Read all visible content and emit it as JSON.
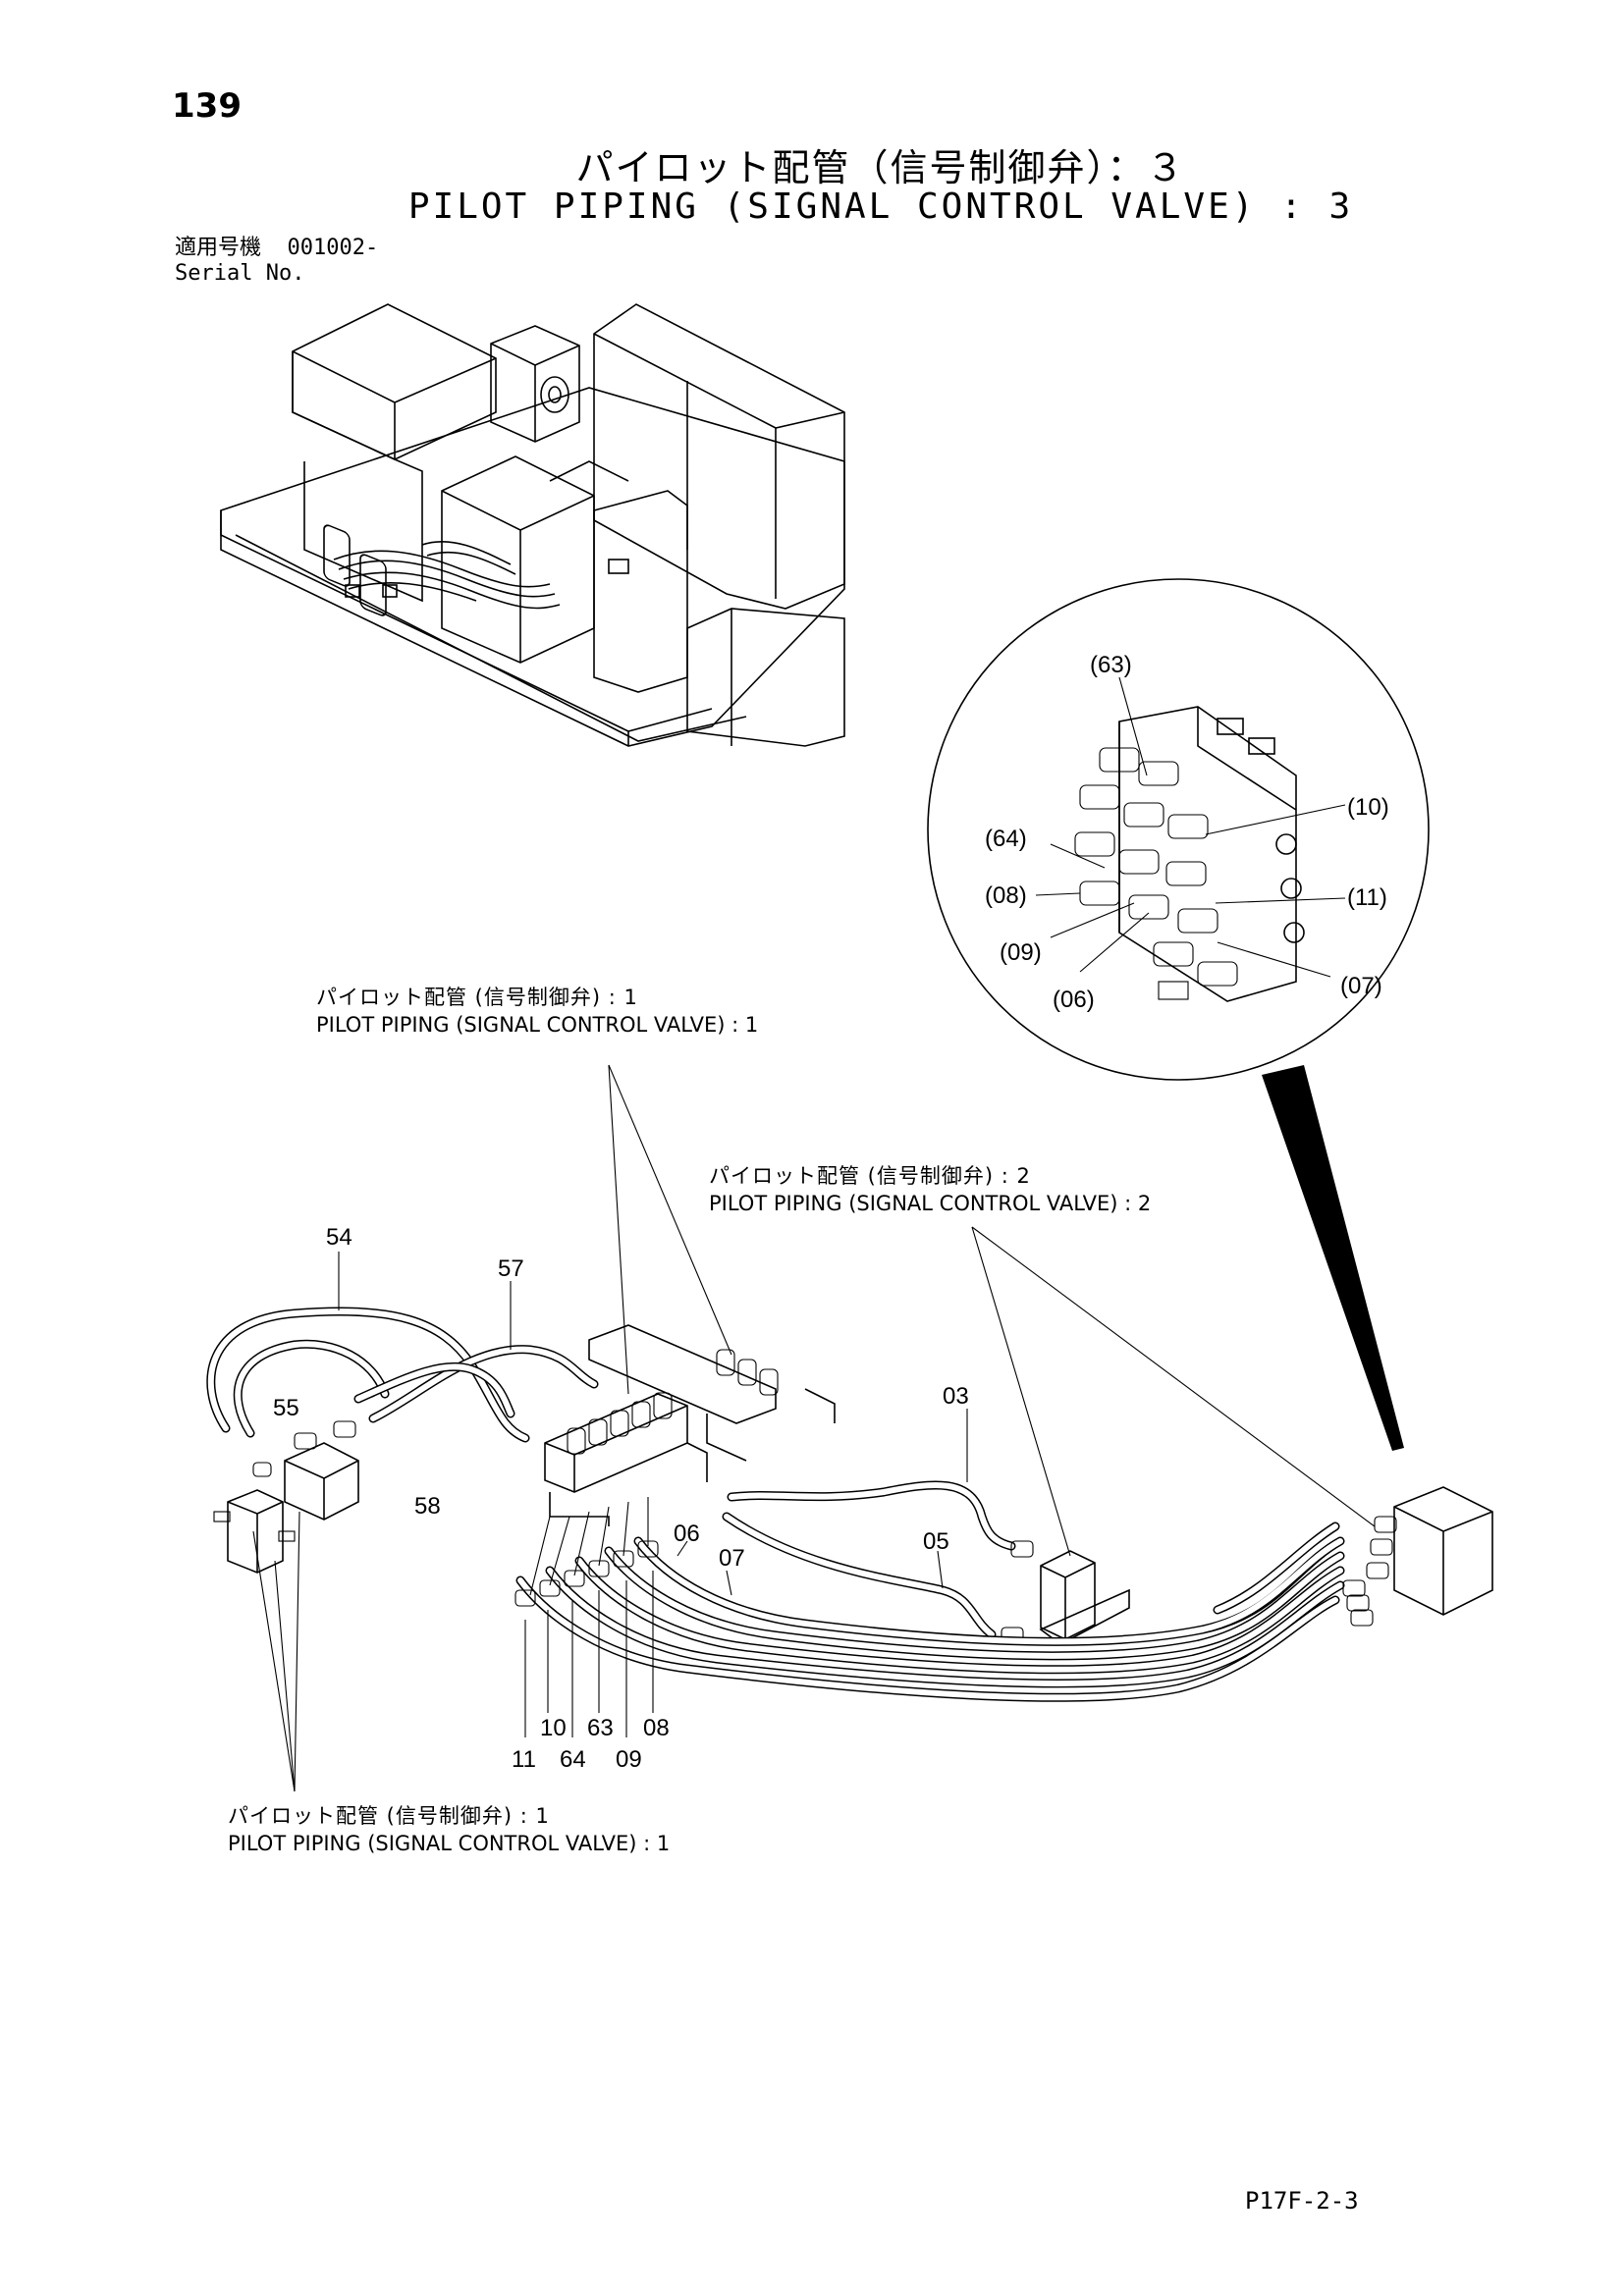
{
  "page_number": "139",
  "title_jp": "パイロット配管（信号制御弁）：３",
  "title_en": "PILOT PIPING (SIGNAL CONTROL VALVE) : 3",
  "serial": {
    "label_jp": "適用号機",
    "value": "001002-",
    "label_en": "Serial No."
  },
  "references": {
    "top_jp": "パイロット配管 (信号制御弁) : 1",
    "top_en": "PILOT PIPING (SIGNAL CONTROL VALVE) : 1",
    "mid_jp": "パイロット配管 (信号制御弁) : 2",
    "mid_en": "PILOT PIPING (SIGNAL CONTROL VALVE) : 2",
    "bottom_jp": "パイロット配管 (信号制御弁) : 1",
    "bottom_en": "PILOT PIPING (SIGNAL CONTROL VALVE) : 1"
  },
  "detail_callouts": {
    "c63": "(63)",
    "c10": "(10)",
    "c64": "(64)",
    "c08": "(08)",
    "c11": "(11)",
    "c09": "(09)",
    "c06": "(06)",
    "c07": "(07)"
  },
  "part_callouts": {
    "p54": "54",
    "p57": "57",
    "p55": "55",
    "p58": "58",
    "p03": "03",
    "p06": "06",
    "p07": "07",
    "p05": "05",
    "p11": "11",
    "p10": "10",
    "p64": "64",
    "p63": "63",
    "p09": "09",
    "p08": "08"
  },
  "page_code": "P17F-2-3"
}
